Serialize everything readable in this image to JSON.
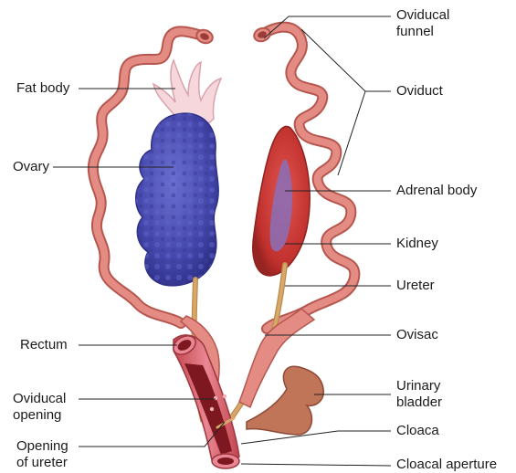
{
  "labels": {
    "oviducal_funnel": [
      "Oviducal",
      "funnel"
    ],
    "fat_body": "Fat body",
    "oviduct": "Oviduct",
    "ovary": "Ovary",
    "adrenal_body": "Adrenal body",
    "kidney": "Kidney",
    "ureter": "Ureter",
    "ovisac": "Ovisac",
    "rectum": "Rectum",
    "urinary_bladder": [
      "Urinary",
      "bladder"
    ],
    "oviducal_opening": [
      "Oviducal",
      "opening"
    ],
    "cloaca": "Cloaca",
    "opening_of_ureter": [
      "Opening",
      "of ureter"
    ],
    "cloacal_aperture": "Cloacal aperture"
  },
  "colors": {
    "oviduct": "#e48c84",
    "oviduct_outline": "#b5574f",
    "ovary": "#4d4fb5",
    "kidney": "#c9302c",
    "adrenal": "#8a6fb8",
    "ureter": "#d8a868",
    "fat_body": "#f6d8dc",
    "bladder": "#b96b52",
    "leader_line": "#222222"
  }
}
